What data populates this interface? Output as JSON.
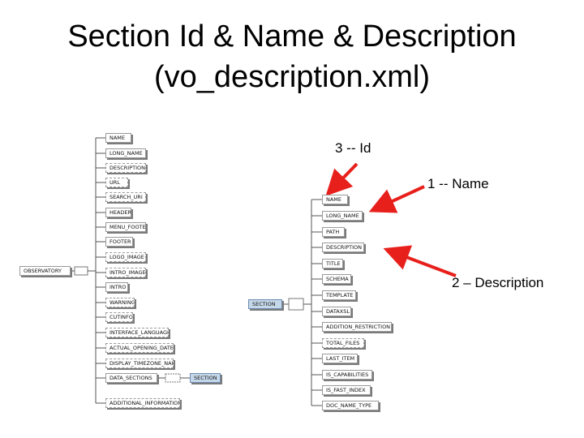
{
  "title": {
    "line1": "Section Id & Name & Description",
    "line2": "(vo_description.xml)"
  },
  "annotations": {
    "id": "3 -- Id",
    "name": "1 -- Name",
    "description": "2 – Description"
  },
  "left_tree": {
    "root": "OBSERVATORY",
    "children": [
      "NAME",
      "LONG_NAME",
      "DESCRIPTION",
      "URL",
      "SEARCH_URI",
      "HEADER",
      "MENU_FOOTER",
      "FOOTER",
      "LOGO_IMAGE",
      "INTRO_IMAGE",
      "INTRO",
      "WARNING",
      "CUTINFO",
      "INTERFACE_LANGUAGE",
      "ACTUAL_OPENING_DATE",
      "DISPLAY_TIMEZONE_NAME",
      "DATA_SECTIONS",
      "ADDITIONAL_INFORMATION"
    ],
    "linked_node": "SECTION"
  },
  "right_tree": {
    "root": "SECTION",
    "children": [
      "NAME",
      "LONG_NAME",
      "PATH",
      "DESCRIPTION",
      "TITLE",
      "SCHEMA",
      "TEMPLATE",
      "DATAXSL",
      "ADDITION_RESTRICTION",
      "TOTAL_FILES",
      "LAST_ITEM",
      "IS_CAPABILITIES",
      "IS_FAST_INDEX",
      "DOC_NAME_TYPE"
    ]
  },
  "colors": {
    "arrow": "#e8201c",
    "selected_node": "#c5d8ea"
  }
}
